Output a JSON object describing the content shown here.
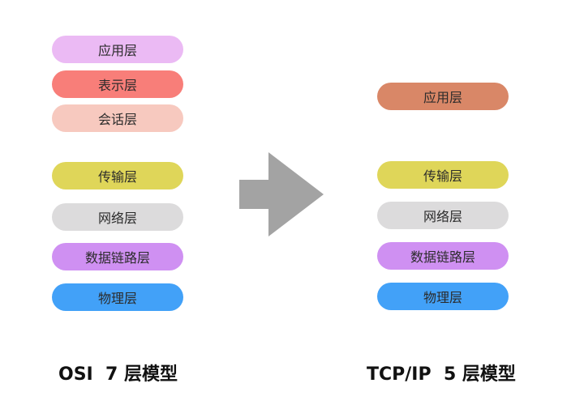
{
  "osi": {
    "caption": "OSI  7 层模型",
    "layers": [
      {
        "label": "应用层",
        "color": "#ebbaf4"
      },
      {
        "label": "表示层",
        "color": "#f87e79"
      },
      {
        "label": "会话层",
        "color": "#f7c9bf"
      },
      {
        "label": "传输层",
        "color": "#dfd659"
      },
      {
        "label": "网络层",
        "color": "#dcdbdc"
      },
      {
        "label": "数据链路层",
        "color": "#cf90f2"
      },
      {
        "label": "物理层",
        "color": "#42a1f8"
      }
    ]
  },
  "tcpip": {
    "caption": "TCP/IP  5 层模型",
    "layers": [
      {
        "label": "应用层",
        "color": "#d98767"
      },
      {
        "label": "传输层",
        "color": "#dfd659"
      },
      {
        "label": "网络层",
        "color": "#dcdbdc"
      },
      {
        "label": "数据链路层",
        "color": "#cf90f2"
      },
      {
        "label": "物理层",
        "color": "#42a1f8"
      }
    ]
  },
  "arrow": {
    "icon": "right-arrow-icon",
    "color": "#a3a3a3"
  }
}
